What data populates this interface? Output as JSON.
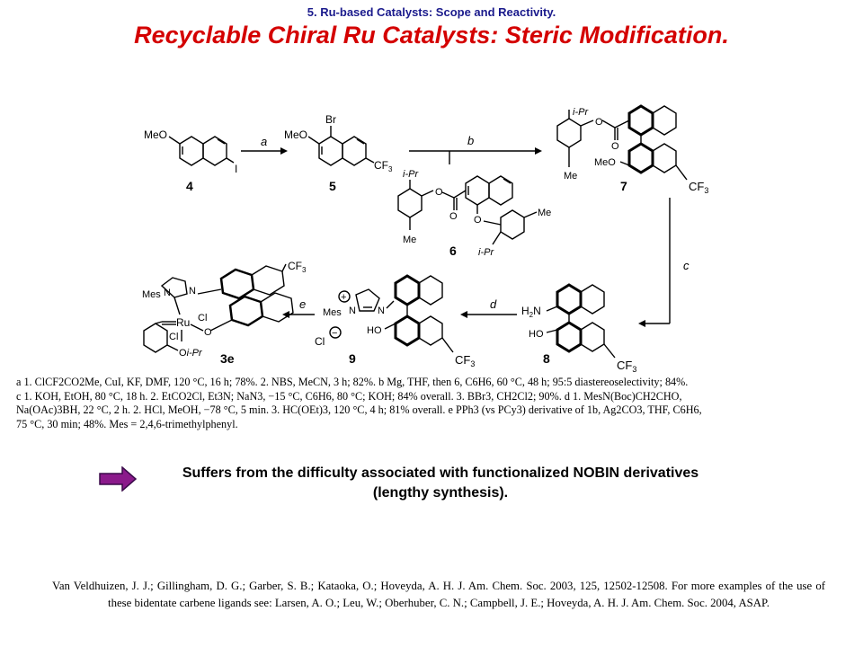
{
  "header": {
    "section": "5. Ru-based Catalysts: Scope and Reactivity.",
    "title": "Recyclable Chiral Ru Catalysts: Steric Modification."
  },
  "scheme": {
    "labels": {
      "meo": "MeO",
      "i": "I",
      "br": "Br",
      "cf3": "CF",
      "cf3_sub": "3",
      "ipr": "i-Pr",
      "me": "Me",
      "o": "O",
      "h2n": "H",
      "h2n_sub": "2",
      "h2n_tail": "N",
      "ho": "HO",
      "mes": "Mes",
      "n": "N",
      "ru": "Ru",
      "cl": "Cl",
      "oipr": "O",
      "oipr_tail": "i-Pr",
      "plus": "+",
      "minus": "−"
    },
    "compounds": {
      "c4": "4",
      "c5": "5",
      "c6": "6",
      "c7": "7",
      "c8": "8",
      "c9": "9",
      "c3e": "3e"
    },
    "arrows": {
      "a": "a",
      "b": "b",
      "c": "c",
      "d": "d",
      "e": "e"
    }
  },
  "conditions": {
    "line1": "a 1. ClCF2CO2Me, CuI, KF, DMF, 120 °C, 16 h; 78%. 2. NBS, MeCN, 3 h; 82%. b Mg, THF, then 6, C6H6, 60 °C, 48 h; 95:5 diastereoselectivity; 84%.",
    "line2": "c 1. KOH, EtOH, 80 °C, 18 h. 2. EtCO2Cl, Et3N; NaN3, −15 °C, C6H6, 80 °C; KOH; 84% overall. 3. BBr3, CH2Cl2; 90%. d 1. MesN(Boc)CH2CHO,",
    "line3": "Na(OAc)3BH, 22 °C, 2 h. 2. HCl, MeOH, −78 °C, 5 min. 3. HC(OEt)3, 120 °C, 4 h; 81% overall. e PPh3 (vs PCy3) derivative of 1b, Ag2CO3, THF, C6H6,",
    "line4": "75 °C, 30 min; 48%. Mes = 2,4,6-trimethylphenyl."
  },
  "summary": {
    "line1": "Suffers from the difficulty associated with functionalized NOBIN derivatives",
    "line2": "(lengthy synthesis)."
  },
  "citation": {
    "text": "Van Veldhuizen, J. J.; Gillingham, D. G.; Garber, S. B.; Kataoka, O.; Hoveyda, A. H. J. Am. Chem. Soc. 2003, 125, 12502-12508. For more examples of the use of these bidentate carbene ligands see: Larsen, A. O.; Leu, W.; Oberhuber, C. N.; Campbell, J. E.; Hoveyda, A. H. J. Am. Chem. Soc. 2004, ASAP."
  },
  "colors": {
    "section": "#1a1a8c",
    "title": "#d40000",
    "arrow_fill": "#8b1a8b",
    "arrow_stroke": "#3a0a4a"
  }
}
